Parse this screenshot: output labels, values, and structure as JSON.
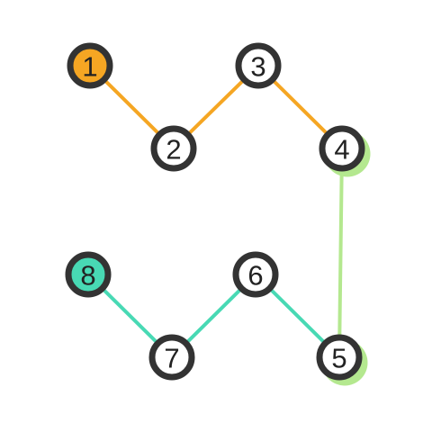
{
  "colors": {
    "ring": "#333333",
    "node_fill": "#ffffff",
    "label": "#222222",
    "orange": "#f5a623",
    "green": "#b4e88f",
    "teal": "#48d9b4"
  },
  "nodes": [
    {
      "id": 1,
      "label": "1",
      "fill": "orange",
      "halo": null
    },
    {
      "id": 2,
      "label": "2",
      "fill": null,
      "halo": null
    },
    {
      "id": 3,
      "label": "3",
      "fill": null,
      "halo": null
    },
    {
      "id": 4,
      "label": "4",
      "fill": null,
      "halo": "green"
    },
    {
      "id": 5,
      "label": "5",
      "fill": null,
      "halo": "green"
    },
    {
      "id": 6,
      "label": "6",
      "fill": null,
      "halo": null
    },
    {
      "id": 7,
      "label": "7",
      "fill": null,
      "halo": null
    },
    {
      "id": 8,
      "label": "8",
      "fill": "teal",
      "halo": null
    }
  ],
  "edges": [
    {
      "from": 1,
      "to": 2,
      "color": "orange"
    },
    {
      "from": 2,
      "to": 3,
      "color": "orange"
    },
    {
      "from": 3,
      "to": 4,
      "color": "orange"
    },
    {
      "from": 4,
      "to": 5,
      "color": "green"
    },
    {
      "from": 5,
      "to": 6,
      "color": "teal"
    },
    {
      "from": 6,
      "to": 7,
      "color": "teal"
    },
    {
      "from": 7,
      "to": 8,
      "color": "teal"
    }
  ]
}
